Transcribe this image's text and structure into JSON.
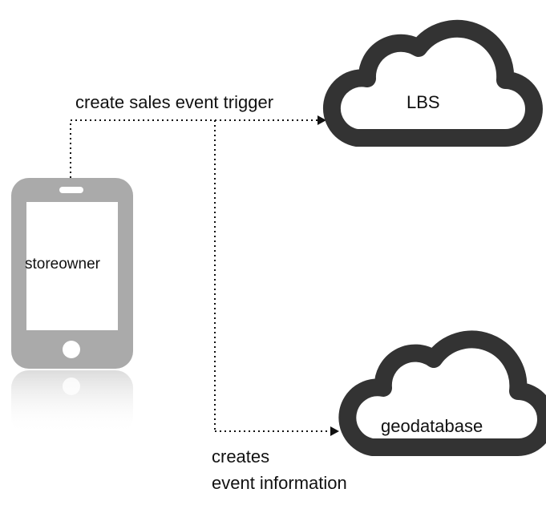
{
  "diagram": {
    "edges": [
      {
        "id": "trigger",
        "label": "create sales event trigger"
      },
      {
        "id": "creates",
        "label_line1": "creates",
        "label_line2": "event information"
      }
    ],
    "nodes": {
      "phone": {
        "label": "storeowner",
        "icon": "smartphone-icon"
      },
      "lbs": {
        "label": "LBS",
        "icon": "cloud-icon"
      },
      "geodatabase": {
        "label": "geodatabase",
        "icon": "cloud-icon"
      }
    }
  },
  "colors": {
    "cloud_outline": "#333333",
    "phone_body": "#aaaaaa",
    "connector": "#111111"
  }
}
